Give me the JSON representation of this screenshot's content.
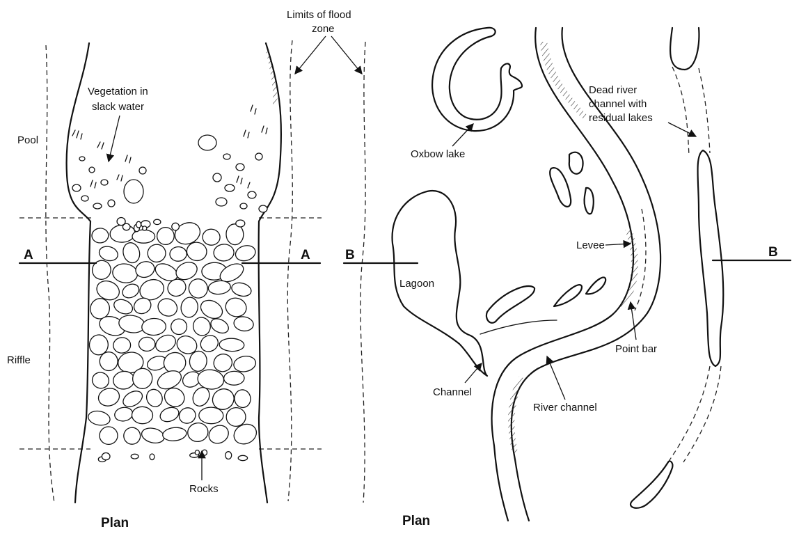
{
  "left_panel": {
    "pool": "Pool",
    "riffle": "Riffle",
    "vegetation_line1": "Vegetation in",
    "vegetation_line2": "slack water",
    "rocks": "Rocks",
    "section_a_left": "A",
    "section_a_right": "A",
    "plan": "Plan"
  },
  "flood_zone": {
    "line1": "Limits of flood",
    "line2": "zone"
  },
  "right_panel": {
    "oxbow_lake": "Oxbow lake",
    "lagoon": "Lagoon",
    "channel": "Channel",
    "river_channel": "River channel",
    "levee": "Levee",
    "point_bar": "Point bar",
    "dead_channel_line1": "Dead river",
    "dead_channel_line2": "channel with",
    "dead_channel_line3": "residual lakes",
    "section_b_left": "B",
    "section_b_right": "B",
    "plan": "Plan"
  }
}
